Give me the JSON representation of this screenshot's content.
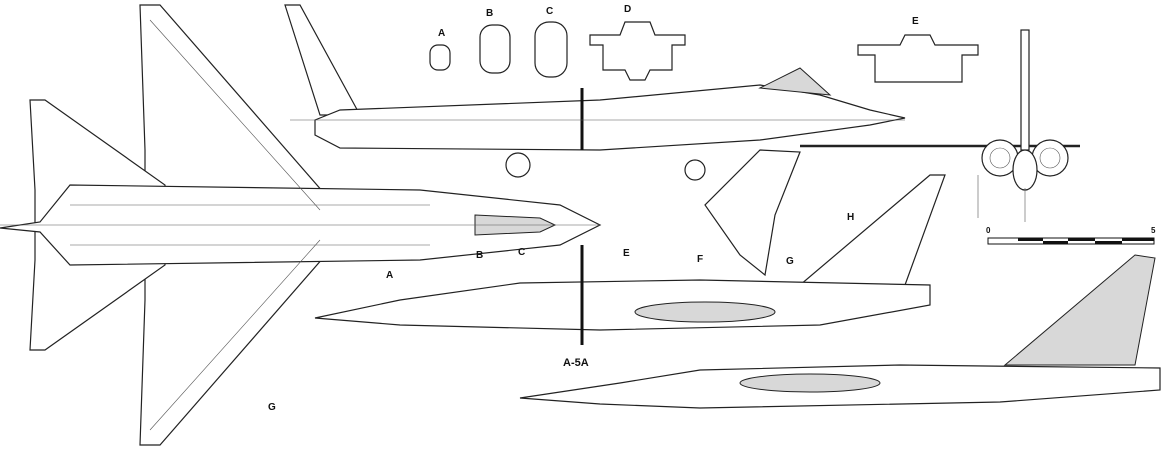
{
  "title": "A-5A",
  "section_labels": [
    "A",
    "B",
    "C",
    "D",
    "E"
  ],
  "station_labels": [
    "A",
    "B",
    "C",
    "E",
    "F",
    "G",
    "H"
  ],
  "plan_view_label": "G",
  "scale": {
    "start": "0",
    "end": "5"
  }
}
